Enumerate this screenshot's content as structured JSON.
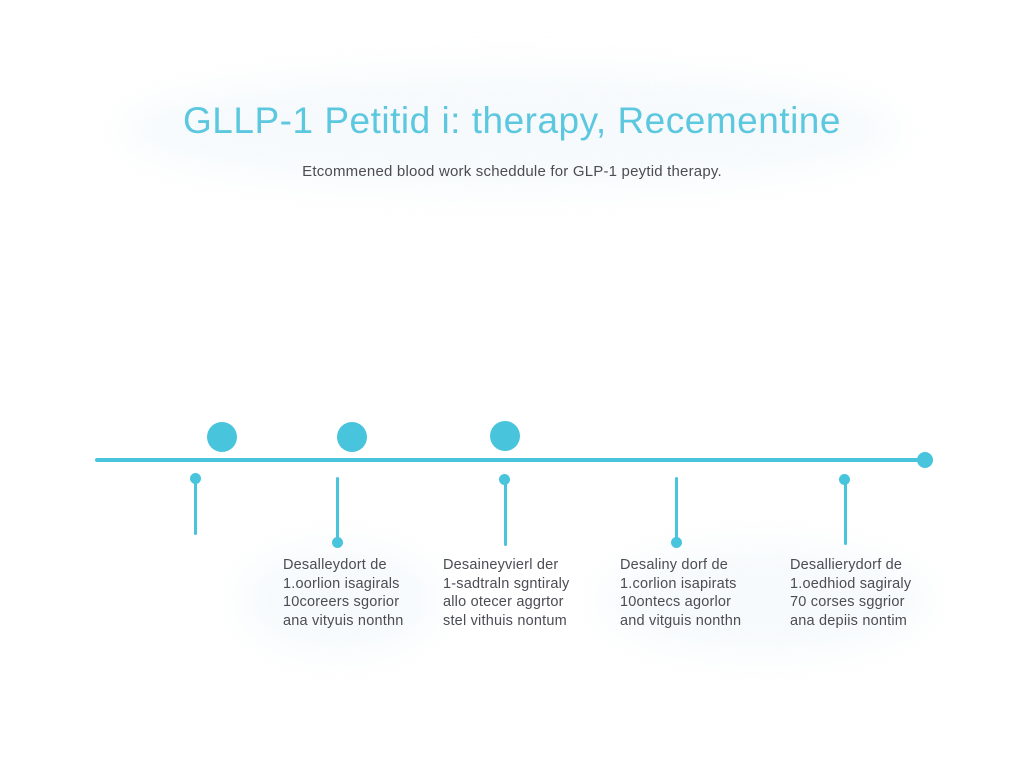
{
  "title": "GLLP-1 Petitid i: therapy, Recementine",
  "subtitle": "Etcommened blood work scheddule for GLP-1 peytid therapy.",
  "colors": {
    "accent": "#48c5dc",
    "title_text": "#5cc8df",
    "body_text": "#4c4c54",
    "background": "#ffffff"
  },
  "timeline": {
    "milestone_circles_above_line": 3,
    "stems_below_line": 5,
    "entries": [
      {
        "lines": [
          "Desalleydort de",
          "1.oorlion isagirals",
          "10coreers sgorior",
          "ana vityuis nonthn"
        ]
      },
      {
        "lines": [
          "Desaineyvierl der",
          "1-sadtraln sgntiraly",
          "allo otecer aggrtor",
          "stel vithuis nontum"
        ]
      },
      {
        "lines": [
          "Desaliny dorf de",
          "1.corlion isapirats",
          "10ontecs agorlor",
          "and vitguis nonthn"
        ]
      },
      {
        "lines": [
          "Desallierydorf de",
          "1.oedhiod sagiraly",
          "70 corses sggrior",
          "ana depiis nontim"
        ]
      }
    ]
  }
}
